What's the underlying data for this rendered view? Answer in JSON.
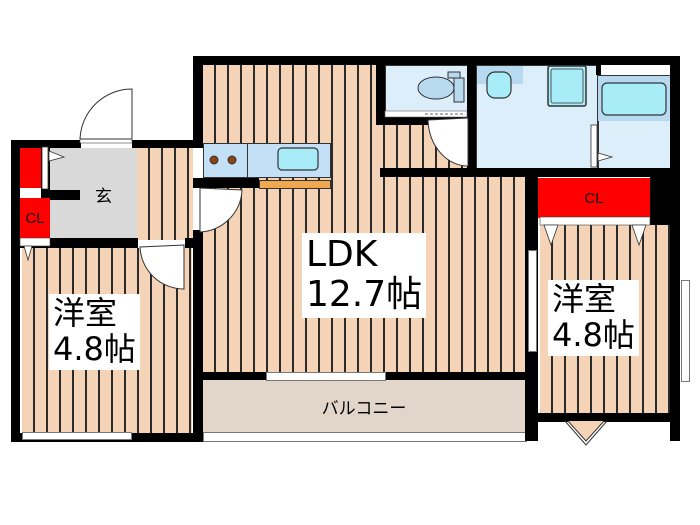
{
  "floorplan": {
    "rooms": [
      {
        "id": "ldk",
        "name": "LDK",
        "size": "12.7帖"
      },
      {
        "id": "west-room",
        "name": "洋室",
        "size": "4.8帖"
      },
      {
        "id": "east-room",
        "name": "洋室",
        "size": "4.8帖"
      },
      {
        "id": "entrance",
        "name": "玄"
      },
      {
        "id": "balcony",
        "name": "バルコニー"
      }
    ],
    "closets": {
      "west_closet_label": "CL",
      "east_closet_label": "CL"
    },
    "colors": {
      "wall": "#000000",
      "floor": "#f5d3b6",
      "floor_lines": "#2a2a2a",
      "closet": "#ff0000",
      "wet_area": "#dceefa",
      "fixture": "#a8ecf8",
      "balcony": "#e2d6ca",
      "entrance_tile": "#d9d9d9",
      "counter": "#f0a850"
    },
    "fixtures": [
      "kitchen-stove",
      "kitchen-sink",
      "toilet",
      "washbasin",
      "washing-machine-pan",
      "bathtub"
    ]
  }
}
